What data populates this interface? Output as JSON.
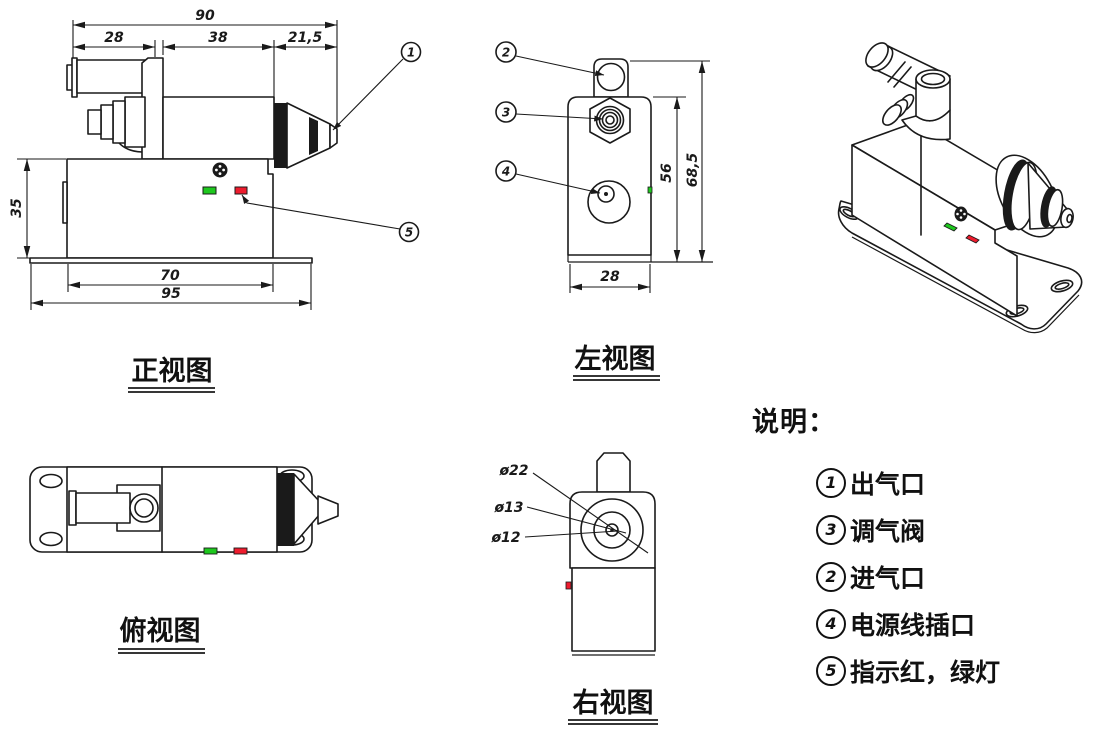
{
  "colors": {
    "line": "#1a1a1a",
    "green_led": "#1ec81e",
    "red_led": "#ee1c2e",
    "background": "#ffffff"
  },
  "front": {
    "title": "正视图",
    "dim_total_width": "90",
    "dim_fitting": "28",
    "dim_body": "38",
    "dim_nozzle": "21,5",
    "dim_height": "35",
    "dim_base_inner": "70",
    "dim_base_total": "95",
    "balloon_outlet": "1",
    "balloon_leds": "5"
  },
  "left": {
    "title": "左视图",
    "dim_body_height": "56",
    "dim_total_height": "68,5",
    "dim_width": "28",
    "balloon_inlet": "2",
    "balloon_valve": "3",
    "balloon_power": "4"
  },
  "top": {
    "title": "俯视图"
  },
  "right": {
    "title": "右视图",
    "dim_outer": "ø22",
    "dim_mid": "ø13",
    "dim_inner": "ø12"
  },
  "legend": {
    "heading": "说明：",
    "items": [
      {
        "num": "1",
        "label": "出气口"
      },
      {
        "num": "3",
        "label": "调气阀"
      },
      {
        "num": "2",
        "label": "进气口"
      },
      {
        "num": "4",
        "label": "电源线插口"
      },
      {
        "num": "5",
        "label": "指示红，绿灯"
      }
    ]
  }
}
